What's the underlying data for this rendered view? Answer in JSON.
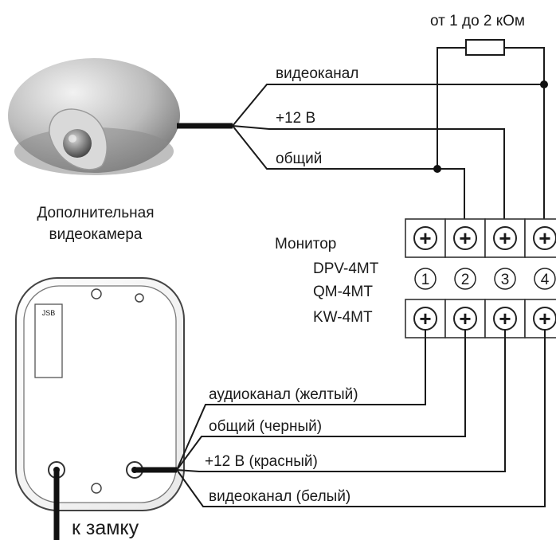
{
  "resistor_label": "от 1 до 2 кОм",
  "camera": {
    "caption_line1": "Дополнительная",
    "caption_line2": "видеокамера",
    "wires": [
      "видеоканал",
      "+12 В",
      "общий"
    ]
  },
  "monitor": {
    "title": "Монитор",
    "models": [
      "DPV-4MT",
      "QM-4MT",
      "KW-4MT"
    ],
    "terminal_numbers": [
      "1",
      "2",
      "3",
      "4"
    ],
    "screw_symbol": "+"
  },
  "panel": {
    "badge": "JSB",
    "wires": [
      "аудиоканал (желтый)",
      "общий (черный)",
      "+12 В (красный)",
      "видеоканал (белый)"
    ],
    "lock_label": "к замку"
  }
}
